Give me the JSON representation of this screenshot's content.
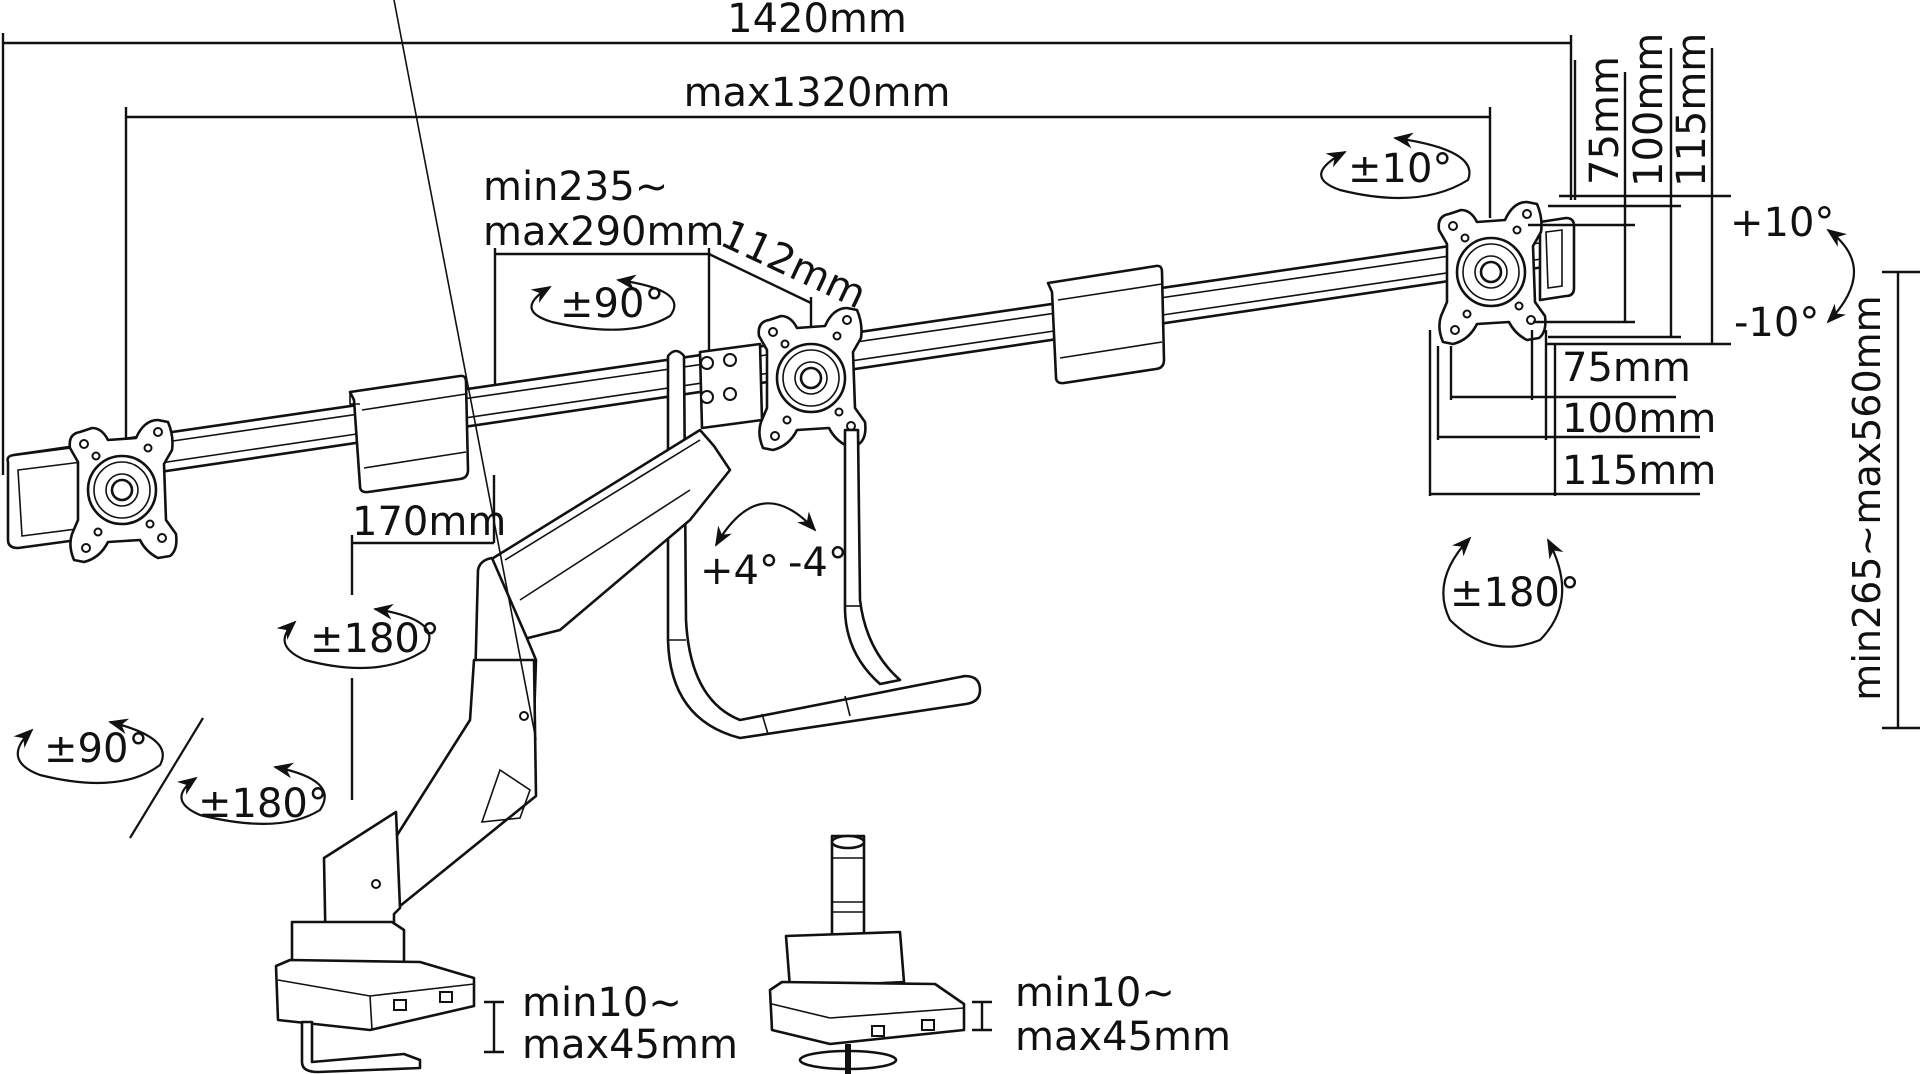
{
  "diagram": {
    "title": "Triple monitor arm dimension drawing",
    "dimensions": {
      "overall_width": "1420mm",
      "max_span": "max1320mm",
      "arm_reach_min": "min235~",
      "arm_reach_max": "max290mm",
      "center_offset": "112mm",
      "side_offset": "170mm",
      "height_range": "min265~max560mm",
      "clamp_min": "min10~",
      "clamp_max": "max45mm",
      "grommet_min": "min10~",
      "grommet_max": "max45mm"
    },
    "vesa_vertical": [
      "75mm",
      "100mm",
      "115mm"
    ],
    "vesa_horizontal": [
      "75mm",
      "100mm",
      "115mm"
    ],
    "rotations": {
      "right_swivel": "±10°",
      "tilt_up": "+10°",
      "tilt_down": "-10°",
      "center_swivel": "±90°",
      "center_tilt_plus": "+4°",
      "center_tilt_minus": "-4°",
      "right_rotate": "±180°",
      "arm_rotate": "±180°",
      "base_swivel": "±90°",
      "base_rotate": "±180°"
    }
  }
}
